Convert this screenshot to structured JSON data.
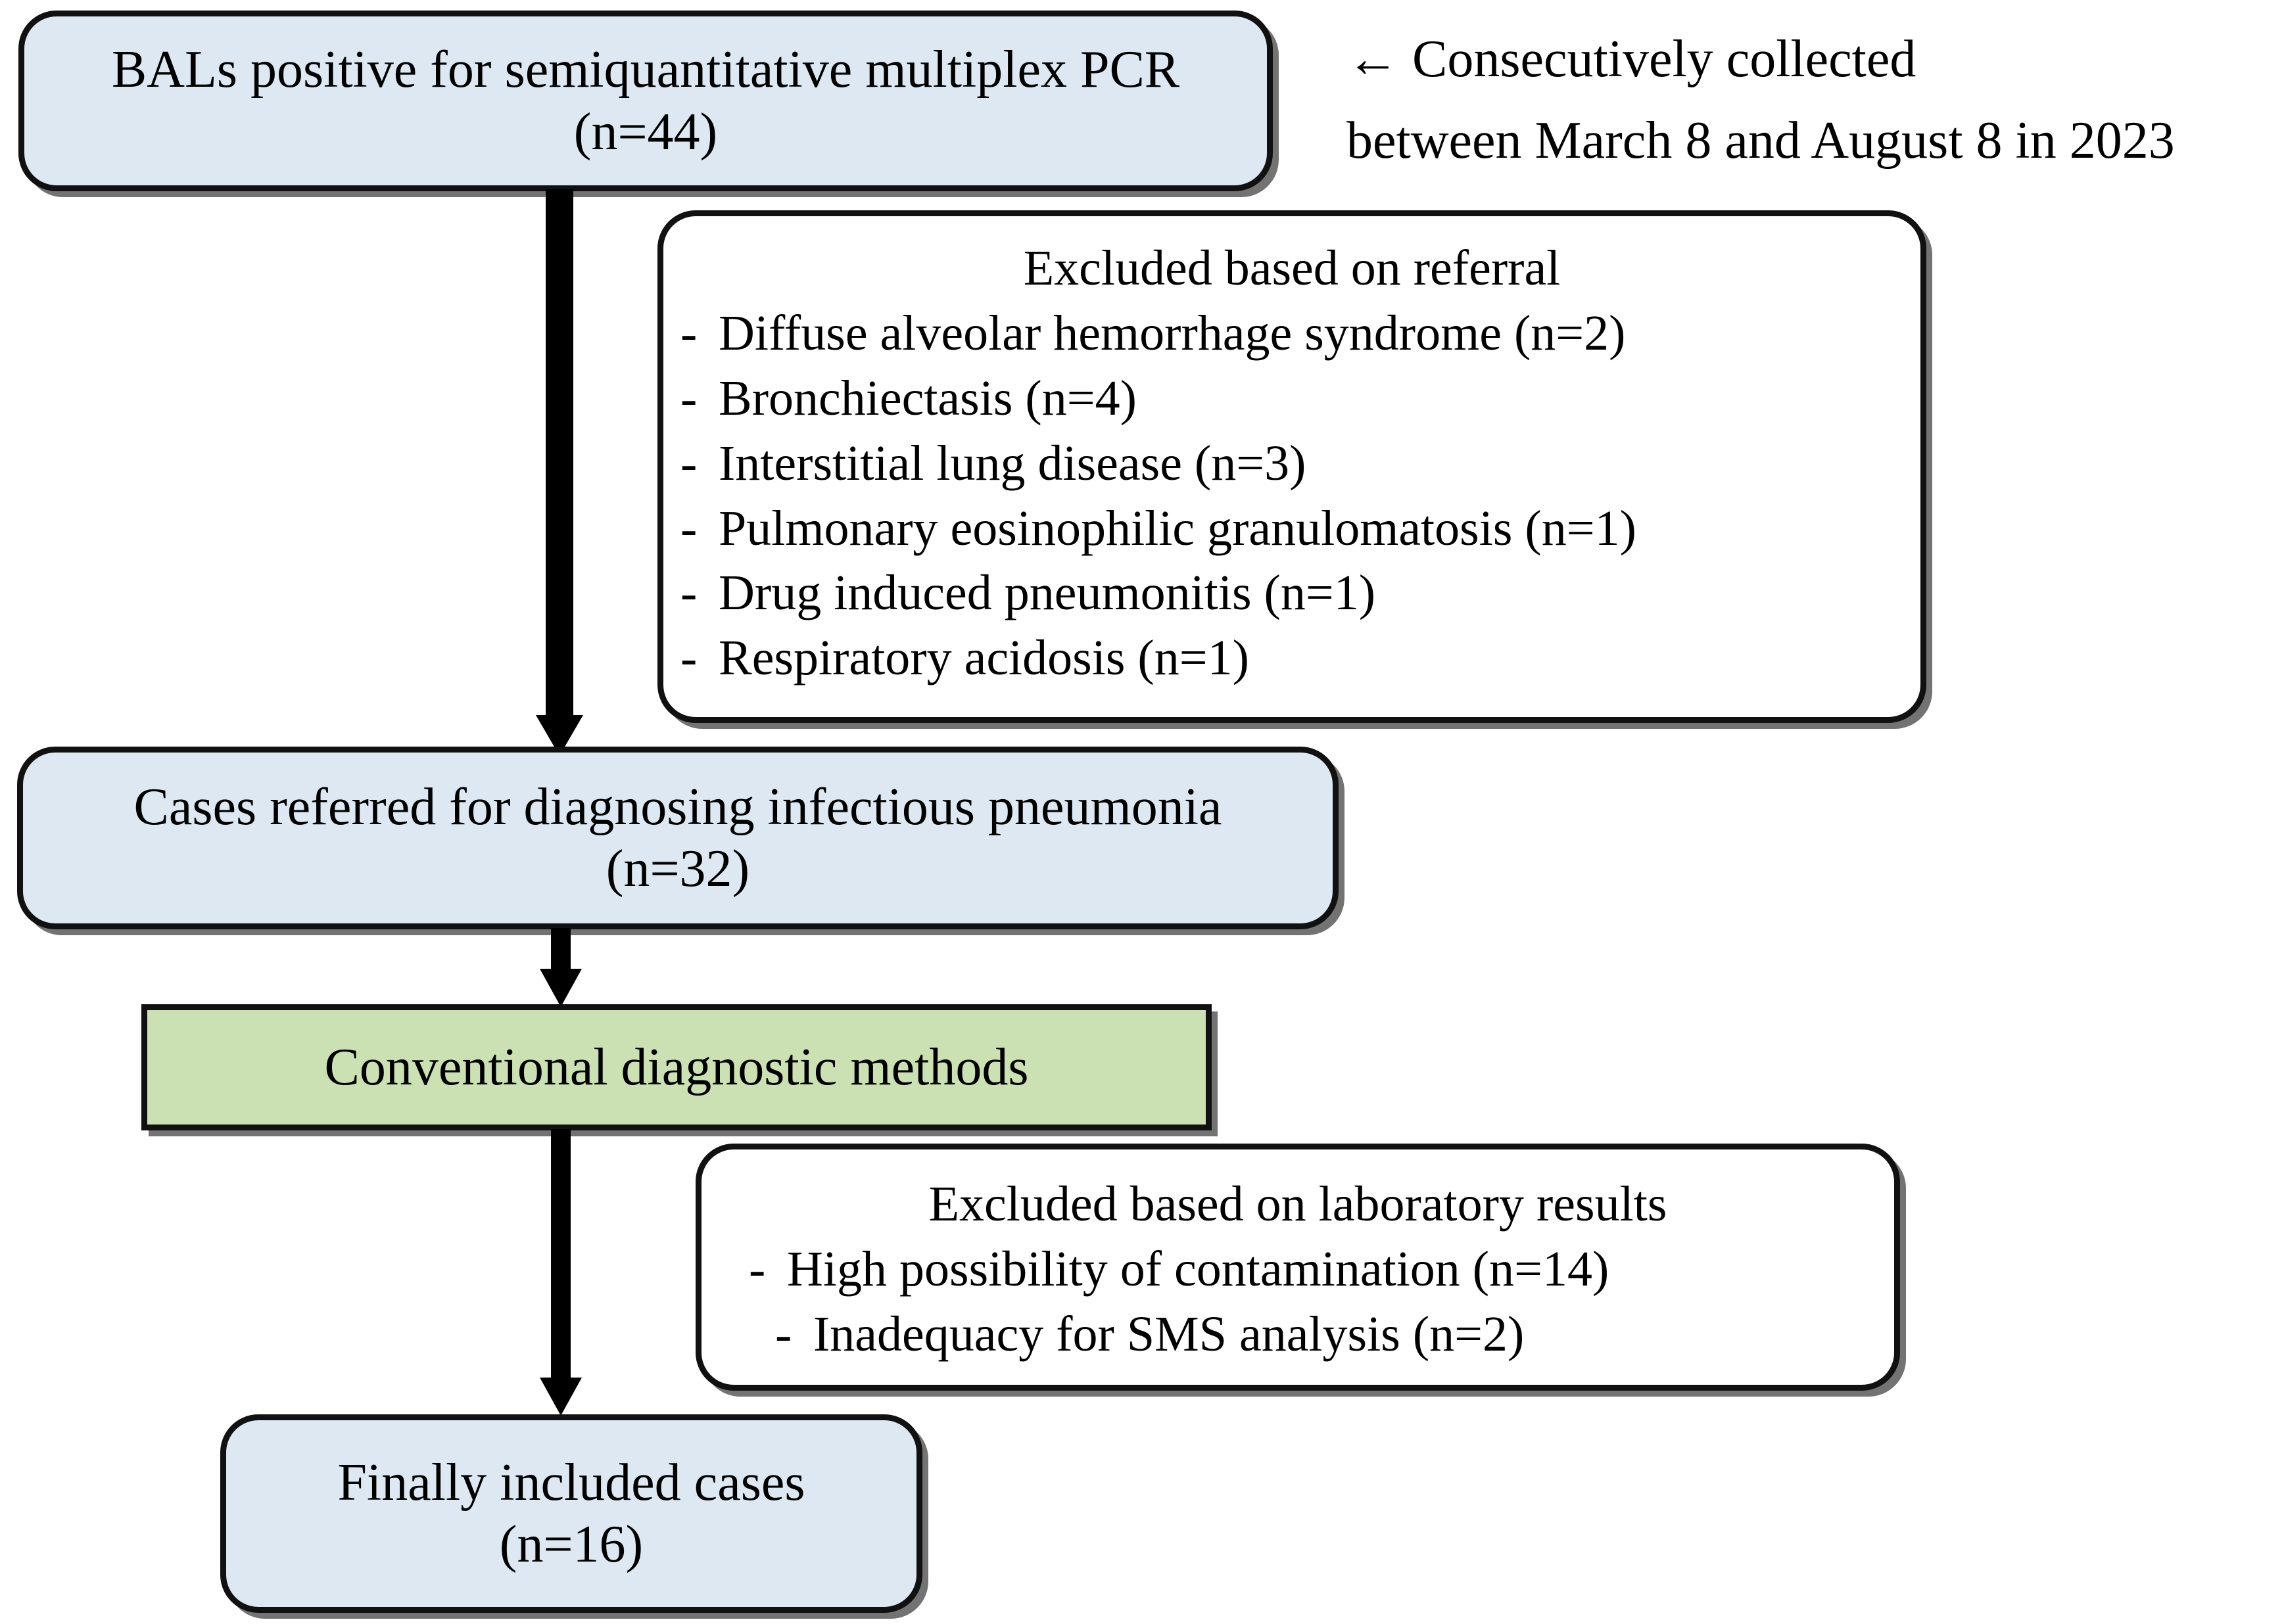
{
  "figure": {
    "type": "study-flow-diagram",
    "colors": {
      "box_blue": "#dde8f2",
      "box_green": "#cbe0b3",
      "box_white": "#ffffff",
      "outline": "#111111",
      "text": "#000000",
      "background": "#ffffff"
    }
  },
  "nodes": {
    "source_population": {
      "line1": "BALs positive for semiquantitative multiplex PCR",
      "line2": "(n=44)",
      "fill": "blue"
    },
    "referred_cases": {
      "line1": "Cases referred for diagnosing infectious pneumonia",
      "line2": "(n=32)",
      "fill": "blue"
    },
    "conventional_methods": {
      "line1": "Conventional diagnostic methods",
      "fill": "green"
    },
    "final_cases": {
      "line1": "Finally included cases",
      "line2": "(n=16)",
      "fill": "blue"
    }
  },
  "exclusions": {
    "referral": {
      "title": "Excluded based on referral",
      "bullet": "-",
      "items": [
        "Diffuse alveolar hemorrhage syndrome (n=2)",
        "Bronchiectasis (n=4)",
        "Interstitial lung disease (n=3)",
        "Pulmonary eosinophilic granulomatosis (n=1)",
        "Drug induced pneumonitis (n=1)",
        "Respiratory acidosis (n=1)"
      ]
    },
    "laboratory": {
      "title": "Excluded based on laboratory results",
      "bullet": "-",
      "items": [
        "High possibility of contamination (n=14)",
        "Inadequacy for SMS analysis (n=2)"
      ]
    }
  },
  "annotation": {
    "arrow_glyph": "←",
    "line1": "Consecutively collected",
    "line2": "between March 8 and August 8 in 2023"
  }
}
